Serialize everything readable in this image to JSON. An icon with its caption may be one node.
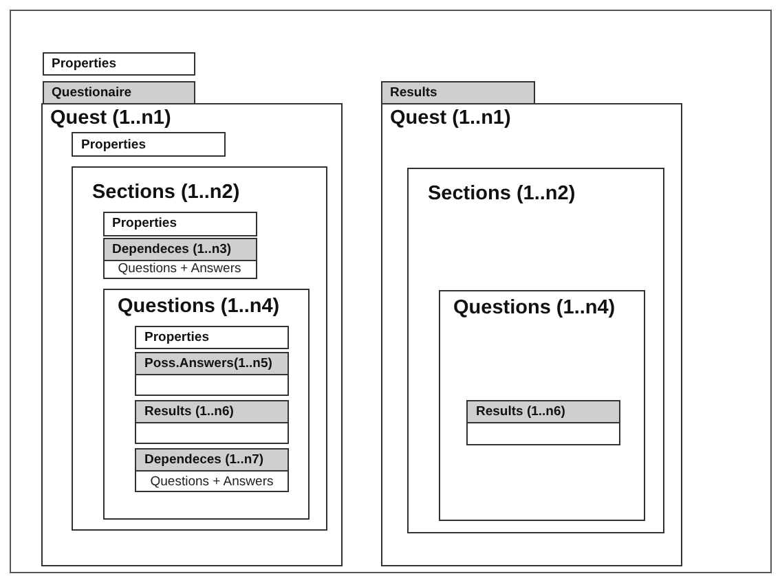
{
  "diagram": {
    "nodes": [
      {
        "text": [],
        "shape": "box"
      },
      {
        "text": [
          "Properties"
        ],
        "in": 0
      },
      {
        "text": [
          "Questionaire"
        ],
        "in": 0
      },
      {
        "text": [
          "Quest (1..n1)"
        ],
        "in": 0
      },
      {
        "text": [
          "Properties"
        ],
        "in": 3
      },
      {
        "text": [
          "Sections (1..n2)"
        ],
        "in": 3
      },
      {
        "text": [
          "Properties"
        ],
        "in": 5
      },
      {
        "text": [
          "Dependeces (1..n3)",
          "Questions + Answers"
        ],
        "in": 5
      },
      {
        "text": [
          "Questions (1..n4)"
        ],
        "in": 5
      },
      {
        "text": [
          "Properties"
        ],
        "in": 8
      },
      {
        "text": [
          "Poss.Answers(1..n5)"
        ],
        "in": 8
      },
      {
        "text": [
          "Results (1..n6)"
        ],
        "in": 8
      },
      {
        "text": [
          "Dependeces (1..n7)",
          "Questions + Answers"
        ],
        "in": 8
      },
      {
        "text": [
          "Results"
        ],
        "in": 0
      },
      {
        "text": [
          "Quest (1..n1)"
        ],
        "in": 0
      },
      {
        "text": [
          "Sections (1..n2)"
        ],
        "in": 14
      },
      {
        "text": [
          "Questions (1..n4)"
        ],
        "in": 15
      },
      {
        "text": [
          "Results (1..n6)"
        ],
        "in": 16
      }
    ]
  }
}
